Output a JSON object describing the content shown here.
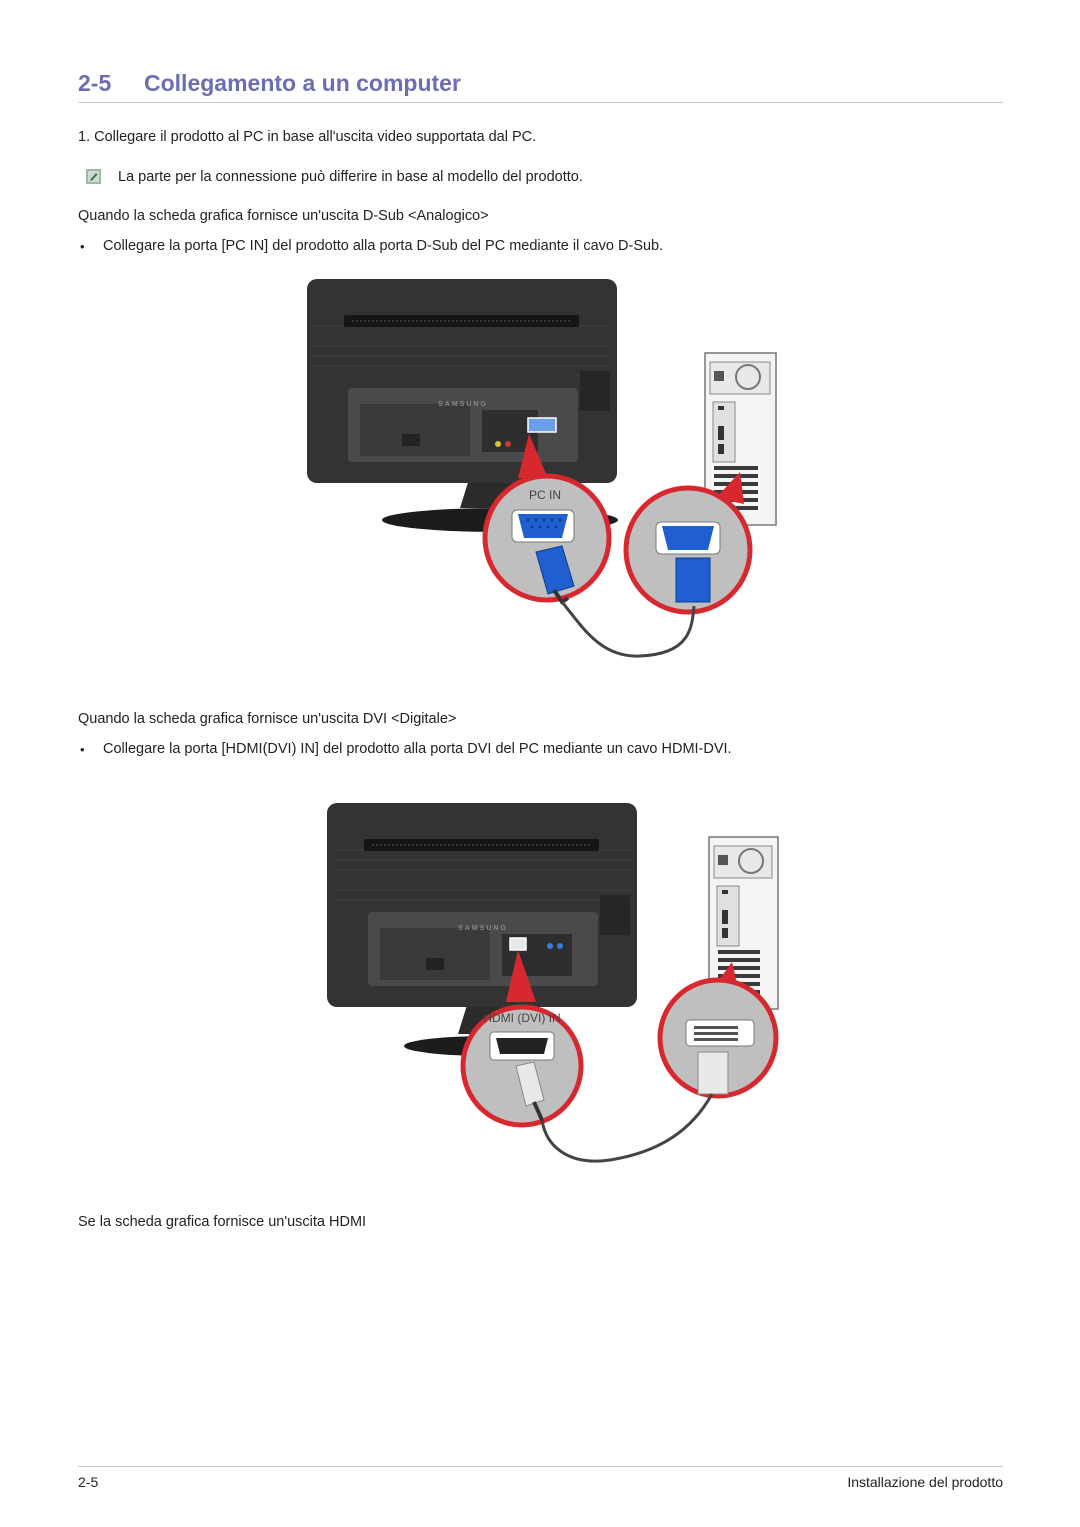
{
  "section": {
    "number": "2-5",
    "title": "Collegamento a un computer"
  },
  "step1": "1. Collegare il prodotto al PC in base all'uscita video supportata dal PC.",
  "note": "La parte per la connessione può differire in base al modello del prodotto.",
  "dsub": {
    "heading": "Quando la scheda grafica fornisce un'uscita D-Sub <Analogico>",
    "bullet": "Collegare la porta [PC IN] del prodotto alla porta D-Sub del PC mediante il cavo D-Sub.",
    "port_label": "PC IN",
    "brand": "SAMSUNG"
  },
  "dvi": {
    "heading": "Quando la scheda grafica fornisce un'uscita DVI <Digitale>",
    "bullet": "Collegare la porta [HDMI(DVI) IN] del prodotto alla porta DVI del PC mediante un cavo HDMI-DVI.",
    "port_label": "HDMI (DVI) IN",
    "brand": "SAMSUNG"
  },
  "hdmi_heading": "Se la scheda grafica fornisce un'uscita HDMI",
  "footer": {
    "page": "2-5",
    "chapter": "Installazione del prodotto"
  },
  "colors": {
    "accent": "#6b6fb0",
    "callout_ring": "#d7282f",
    "vga_blue": "#1f5fd0"
  },
  "icons": {
    "note": "note-icon",
    "bullet": "bullet-dot"
  }
}
